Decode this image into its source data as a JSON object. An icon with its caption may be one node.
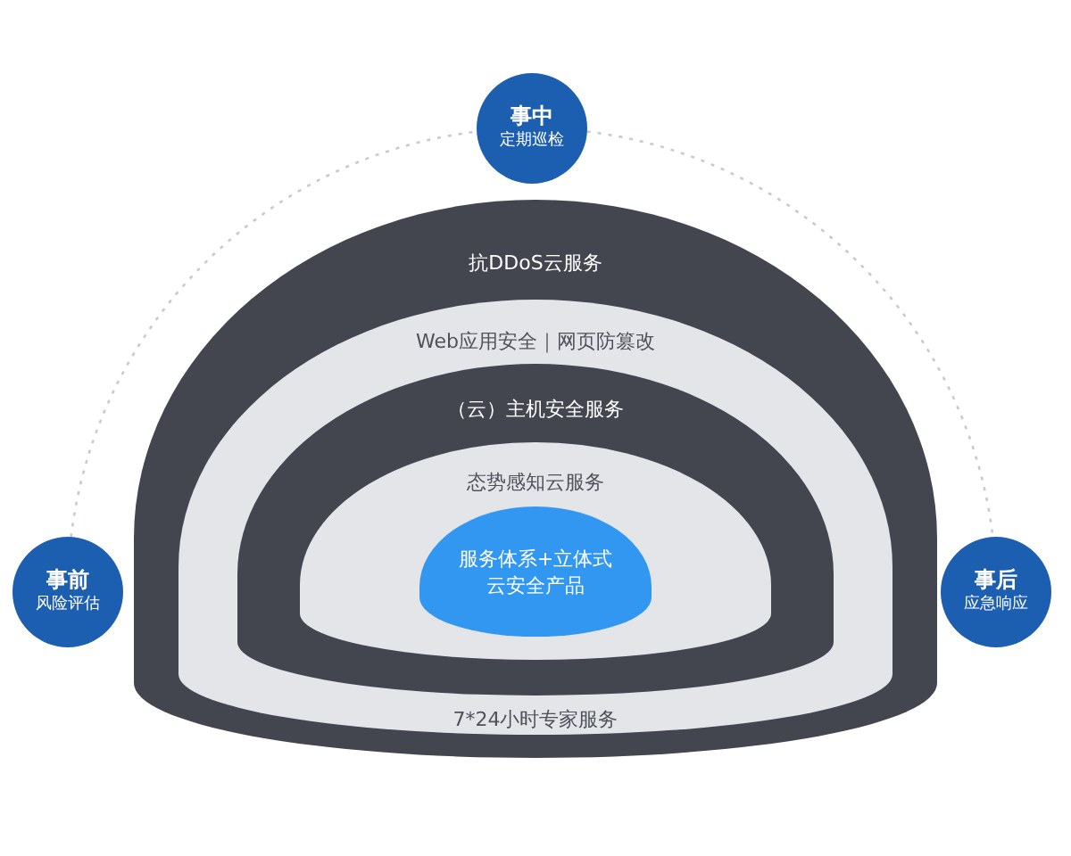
{
  "diagram": {
    "nodes": [
      {
        "text": [
          "事中",
          "定期巡检"
        ]
      },
      {
        "text": [
          "抗DDoS云服务"
        ]
      },
      {
        "text": [
          "Web应用安全｜网页防篡改",
          "7*24小时专家服务"
        ],
        "in": 1
      },
      {
        "text": [
          "（云）主机安全服务"
        ],
        "in": 2
      },
      {
        "text": [
          "态势感知云服务"
        ],
        "in": 3
      },
      {
        "text": [
          "服务体系+立体式云安全产品"
        ],
        "in": 4
      },
      {
        "text": [
          "事前",
          "风险评估"
        ]
      },
      {
        "text": [
          "事后",
          "应急响应"
        ]
      }
    ],
    "edges": [
      {
        "from": 6,
        "to": 0,
        "arrow": "none",
        "style": "dashed"
      },
      {
        "from": 0,
        "to": 7,
        "arrow": "none",
        "style": "dashed"
      }
    ]
  }
}
